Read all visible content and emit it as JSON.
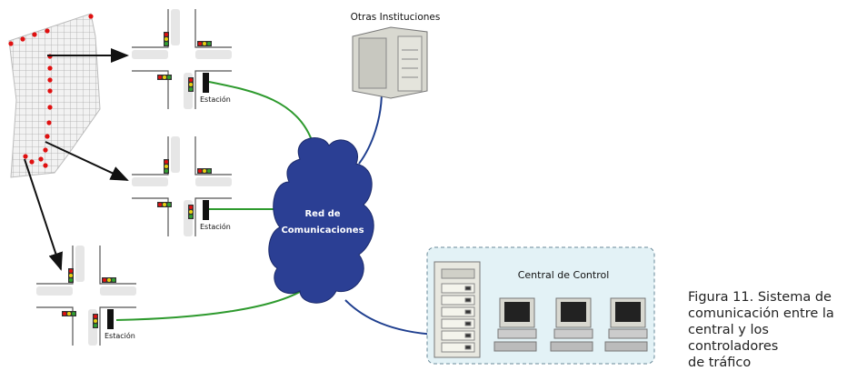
{
  "diagram": {
    "other_institutions_label": "Otras Instituciones",
    "network_label_line1": "Red de",
    "network_label_line2": "Comunicaciones",
    "control_center_label": "Central de Control",
    "stations": [
      {
        "label": "Estación"
      },
      {
        "label": "Estación"
      },
      {
        "label": "Estación"
      }
    ]
  },
  "caption": {
    "line1": "Figura 11. Sistema de",
    "line2": "comunicación entre la",
    "line3": "central y los controladores",
    "line4": "de tráfico"
  },
  "colors": {
    "link_green": "#2e9a2e",
    "link_blue": "#1f3f8f",
    "cloud": "#2b3f94",
    "control_box": "#e3f2f6",
    "signal_red": "#e01010"
  }
}
